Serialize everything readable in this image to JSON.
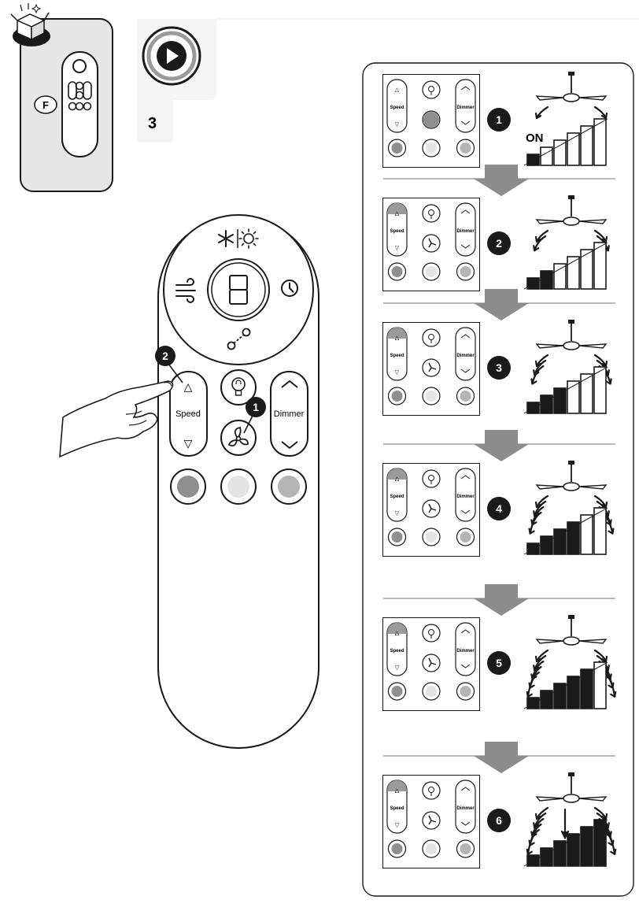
{
  "header": {
    "badge_letter": "F",
    "step_number": "3"
  },
  "remote": {
    "speed_label": "Speed",
    "dimmer_label": "Dimmer",
    "callouts": [
      "2",
      "1"
    ]
  },
  "steps": [
    {
      "number": "1",
      "label": "ON",
      "speed_level": 1,
      "speed_bars_total": 6
    },
    {
      "number": "2",
      "label": "",
      "speed_level": 2,
      "speed_bars_total": 6
    },
    {
      "number": "3",
      "label": "",
      "speed_level": 3,
      "speed_bars_total": 6
    },
    {
      "number": "4",
      "label": "",
      "speed_level": 4,
      "speed_bars_total": 6
    },
    {
      "number": "5",
      "label": "",
      "speed_level": 5,
      "speed_bars_total": 6
    },
    {
      "number": "6",
      "label": "",
      "speed_level": 6,
      "speed_bars_total": 6
    }
  ],
  "mini_remote": {
    "speed_label": "Speed",
    "dimmer_label": "Dimmer"
  },
  "colors": {
    "ink": "#1a1a1a",
    "panel_gray": "#e6e6e6",
    "button_dark": "#8f8f8f",
    "button_light": "#dedede",
    "button_mid": "#b4b4b4",
    "arrow_gray": "#8c8c8c",
    "divider": "#b9b9b9"
  },
  "icons": [
    "new-box-icon",
    "play-icon",
    "remote-icon",
    "snowflake-icon",
    "sun-icon",
    "fan-icon",
    "bulb-icon",
    "timer-icon",
    "breeze-icon",
    "link-icon",
    "hand-icon",
    "ceiling-fan-icon"
  ]
}
